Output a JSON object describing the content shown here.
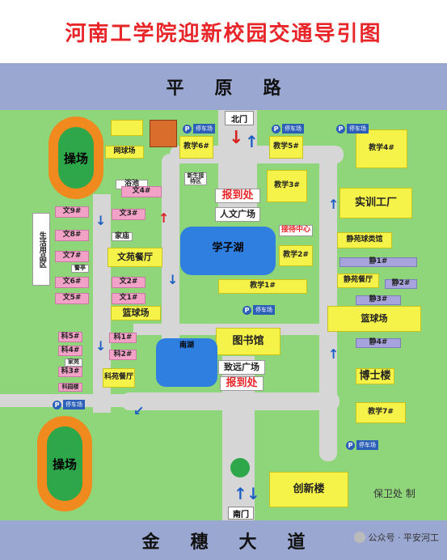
{
  "title": "河南工学院迎新校园交通导引图",
  "roads": {
    "top": "平原路",
    "bottom": "金穗大道"
  },
  "gates": {
    "north": "北门",
    "south": "南门"
  },
  "tracks": {
    "left_top": "操场",
    "left_bottom": "操场"
  },
  "buildings": {
    "wangqiu": "网球场",
    "yushi": "浴池",
    "wen4": "文4#",
    "wen9": "文9#",
    "wen3": "文3#",
    "wen8": "文8#",
    "jiamiao": "家庙",
    "wen7": "文7#",
    "jingcha": "警亭",
    "wenyuan_canting": "文苑餐厅",
    "wen6": "文6#",
    "wen2": "文2#",
    "wen5": "文5#",
    "wen1": "文1#",
    "shenghuo": "生活用品区",
    "lanqiu_left": "篮球场",
    "ke5": "科5#",
    "ke1": "科1#",
    "ke4": "科4#",
    "ke2": "科2#",
    "jiabing": "家苑",
    "ke3": "科3#",
    "kegu": "科园楼",
    "keyuan_canting": "科苑餐厅",
    "jiaoxue6": "教学6#",
    "jiaoxue5": "教学5#",
    "jiaoxue4": "教学4#",
    "jiaoxue3": "教学3#",
    "shixun": "实训工厂",
    "baodaochu_top": "报到处",
    "renwen": "人文广场",
    "xuezihu": "学子湖",
    "jiedai": "接待中心",
    "jingyuan_qiulei": "静苑球类馆",
    "jiaoxue2": "教学2#",
    "jing1": "静1#",
    "jingyuan_canting": "静苑餐厅",
    "jing2": "静2#",
    "jiaoxue1": "教学1#",
    "jing3": "静3#",
    "lanqiu_right": "篮球场",
    "tushuguan": "图书馆",
    "nanhu": "南湖",
    "jing4": "静4#",
    "zhiyuan": "致远广场",
    "baodaochu_bottom": "报到处",
    "boshilou": "博士楼",
    "jiaoxue7": "教学7#",
    "chuangxin": "创新楼",
    "baowei": "保卫处 制",
    "xinsheng_jiedai": "新生接待区",
    "tingche": "停车场"
  },
  "wechat": "公众号 · 平安河工",
  "colors": {
    "title": "#e8262a",
    "road_band": "#9aa7d1",
    "grass": "#8fd57a",
    "water": "#2f7fe0"
  }
}
